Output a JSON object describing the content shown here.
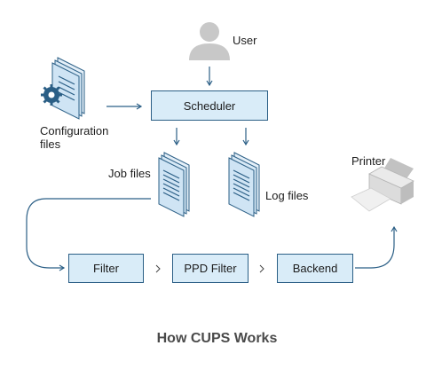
{
  "title": "How CUPS Works",
  "nodes": {
    "user": "User",
    "config": "Configuration\nfiles",
    "scheduler": "Scheduler",
    "job_files": "Job files",
    "log_files": "Log files",
    "printer": "Printer",
    "filter": "Filter",
    "ppd_filter": "PPD Filter",
    "backend": "Backend"
  },
  "colors": {
    "box_fill": "#d9ecf8",
    "stroke": "#2b5f86",
    "doc_fill": "#cfe4f4",
    "icon_gray": "#c8c8c8"
  },
  "icons": [
    "user-icon",
    "gear-document-icon",
    "document-stack-icon",
    "printer-icon"
  ]
}
